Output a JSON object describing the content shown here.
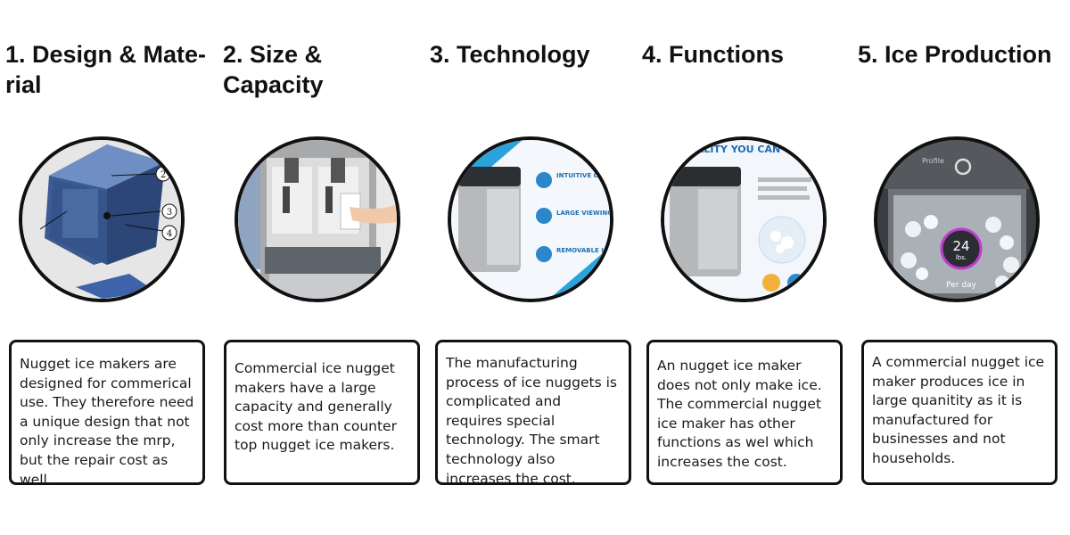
{
  "columns": [
    {
      "title": "1. Design & Mate-\nrial",
      "text": "Nugget ice makers are designed for commerical use. They therefore need a unique design that not only increase the mrp, but the repair cost as well.",
      "image_labels": [
        "2",
        "3",
        "4"
      ]
    },
    {
      "title": "2. Size & Capacity",
      "text": "Commercial ice nugget makers have a large capacity and generally cost more than counter top nugget ice makers."
    },
    {
      "title": "3. Technology",
      "text": "The manufacturing process of ice nuggets is complicated and requires special technology. The smart technology also increases the cost.",
      "image_labels": [
        "INTUITIVE CONTROL PAN",
        "LARGE VIEWING WINDOW",
        "REMOVABLE ICE BASKET AND SCOOP"
      ]
    },
    {
      "title": "4. Functions",
      "text": "An nugget ice maker does not only make ice. The commercial nugget ice maker has other functions as wel which increases the cost.",
      "image_labels": [
        "QUALITY YOU CAN TASTE"
      ]
    },
    {
      "title": "5. Ice Production",
      "text": "A commercial nugget ice maker produces ice in large quanitity as it is manufactured for businesses and not households.",
      "image_labels": [
        "24",
        "lbs.",
        "Per day",
        "Profile"
      ]
    }
  ]
}
